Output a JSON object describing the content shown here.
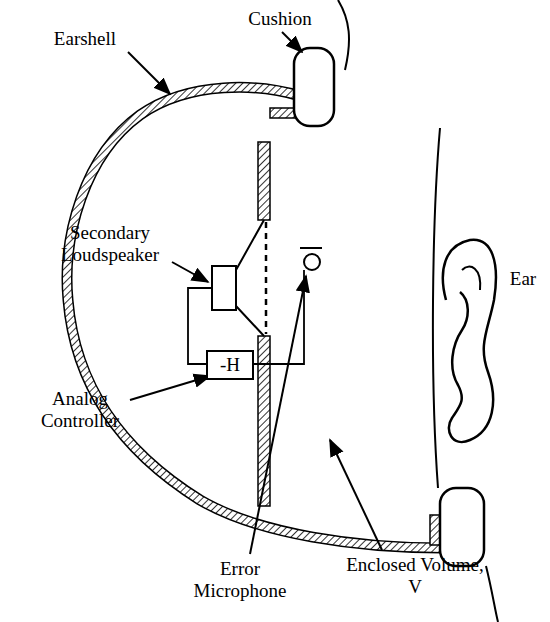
{
  "diagram": {
    "nodes": [
      {
        "text": [
          "-H"
        ]
      }
    ],
    "labels": [
      "Cushion",
      "Earshell",
      "Secondary Loudspeaker",
      "Ear",
      "Analog Controller",
      "Error Microphone",
      "Enclosed Volume, V"
    ]
  }
}
